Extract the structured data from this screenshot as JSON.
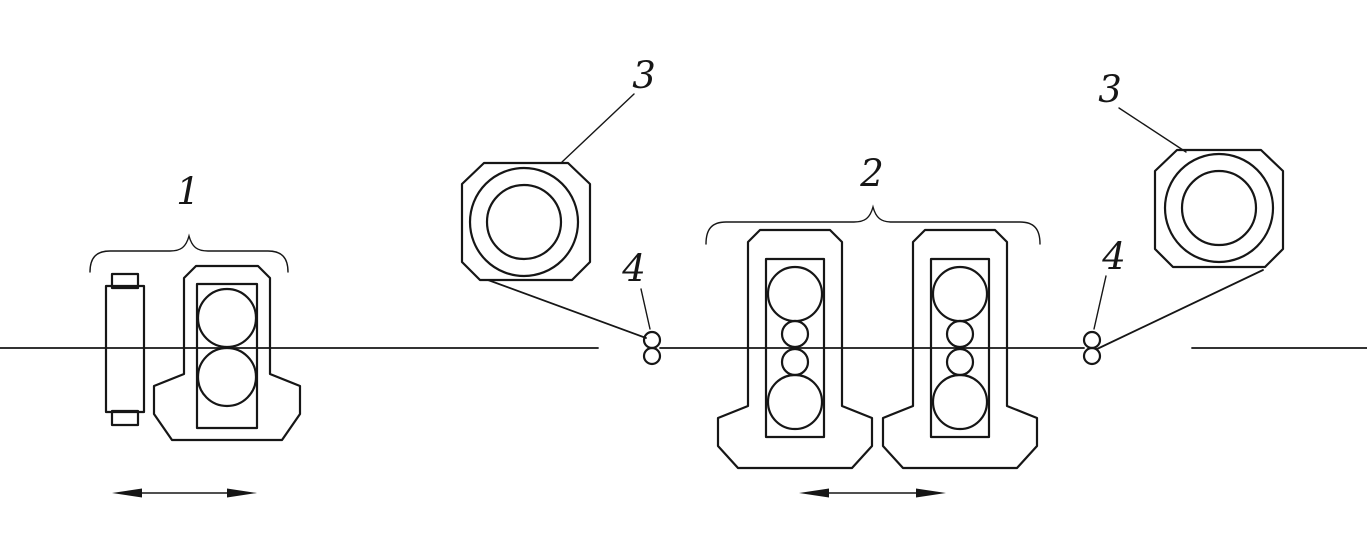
{
  "diagram": {
    "background_color": "#ffffff",
    "line_color": "#161616",
    "labels": {
      "group_1": "1",
      "group_2": "2",
      "coiler_left": "3",
      "coiler_right": "3",
      "pinch_rolls_left": "4",
      "pinch_rolls_right": "4"
    }
  }
}
